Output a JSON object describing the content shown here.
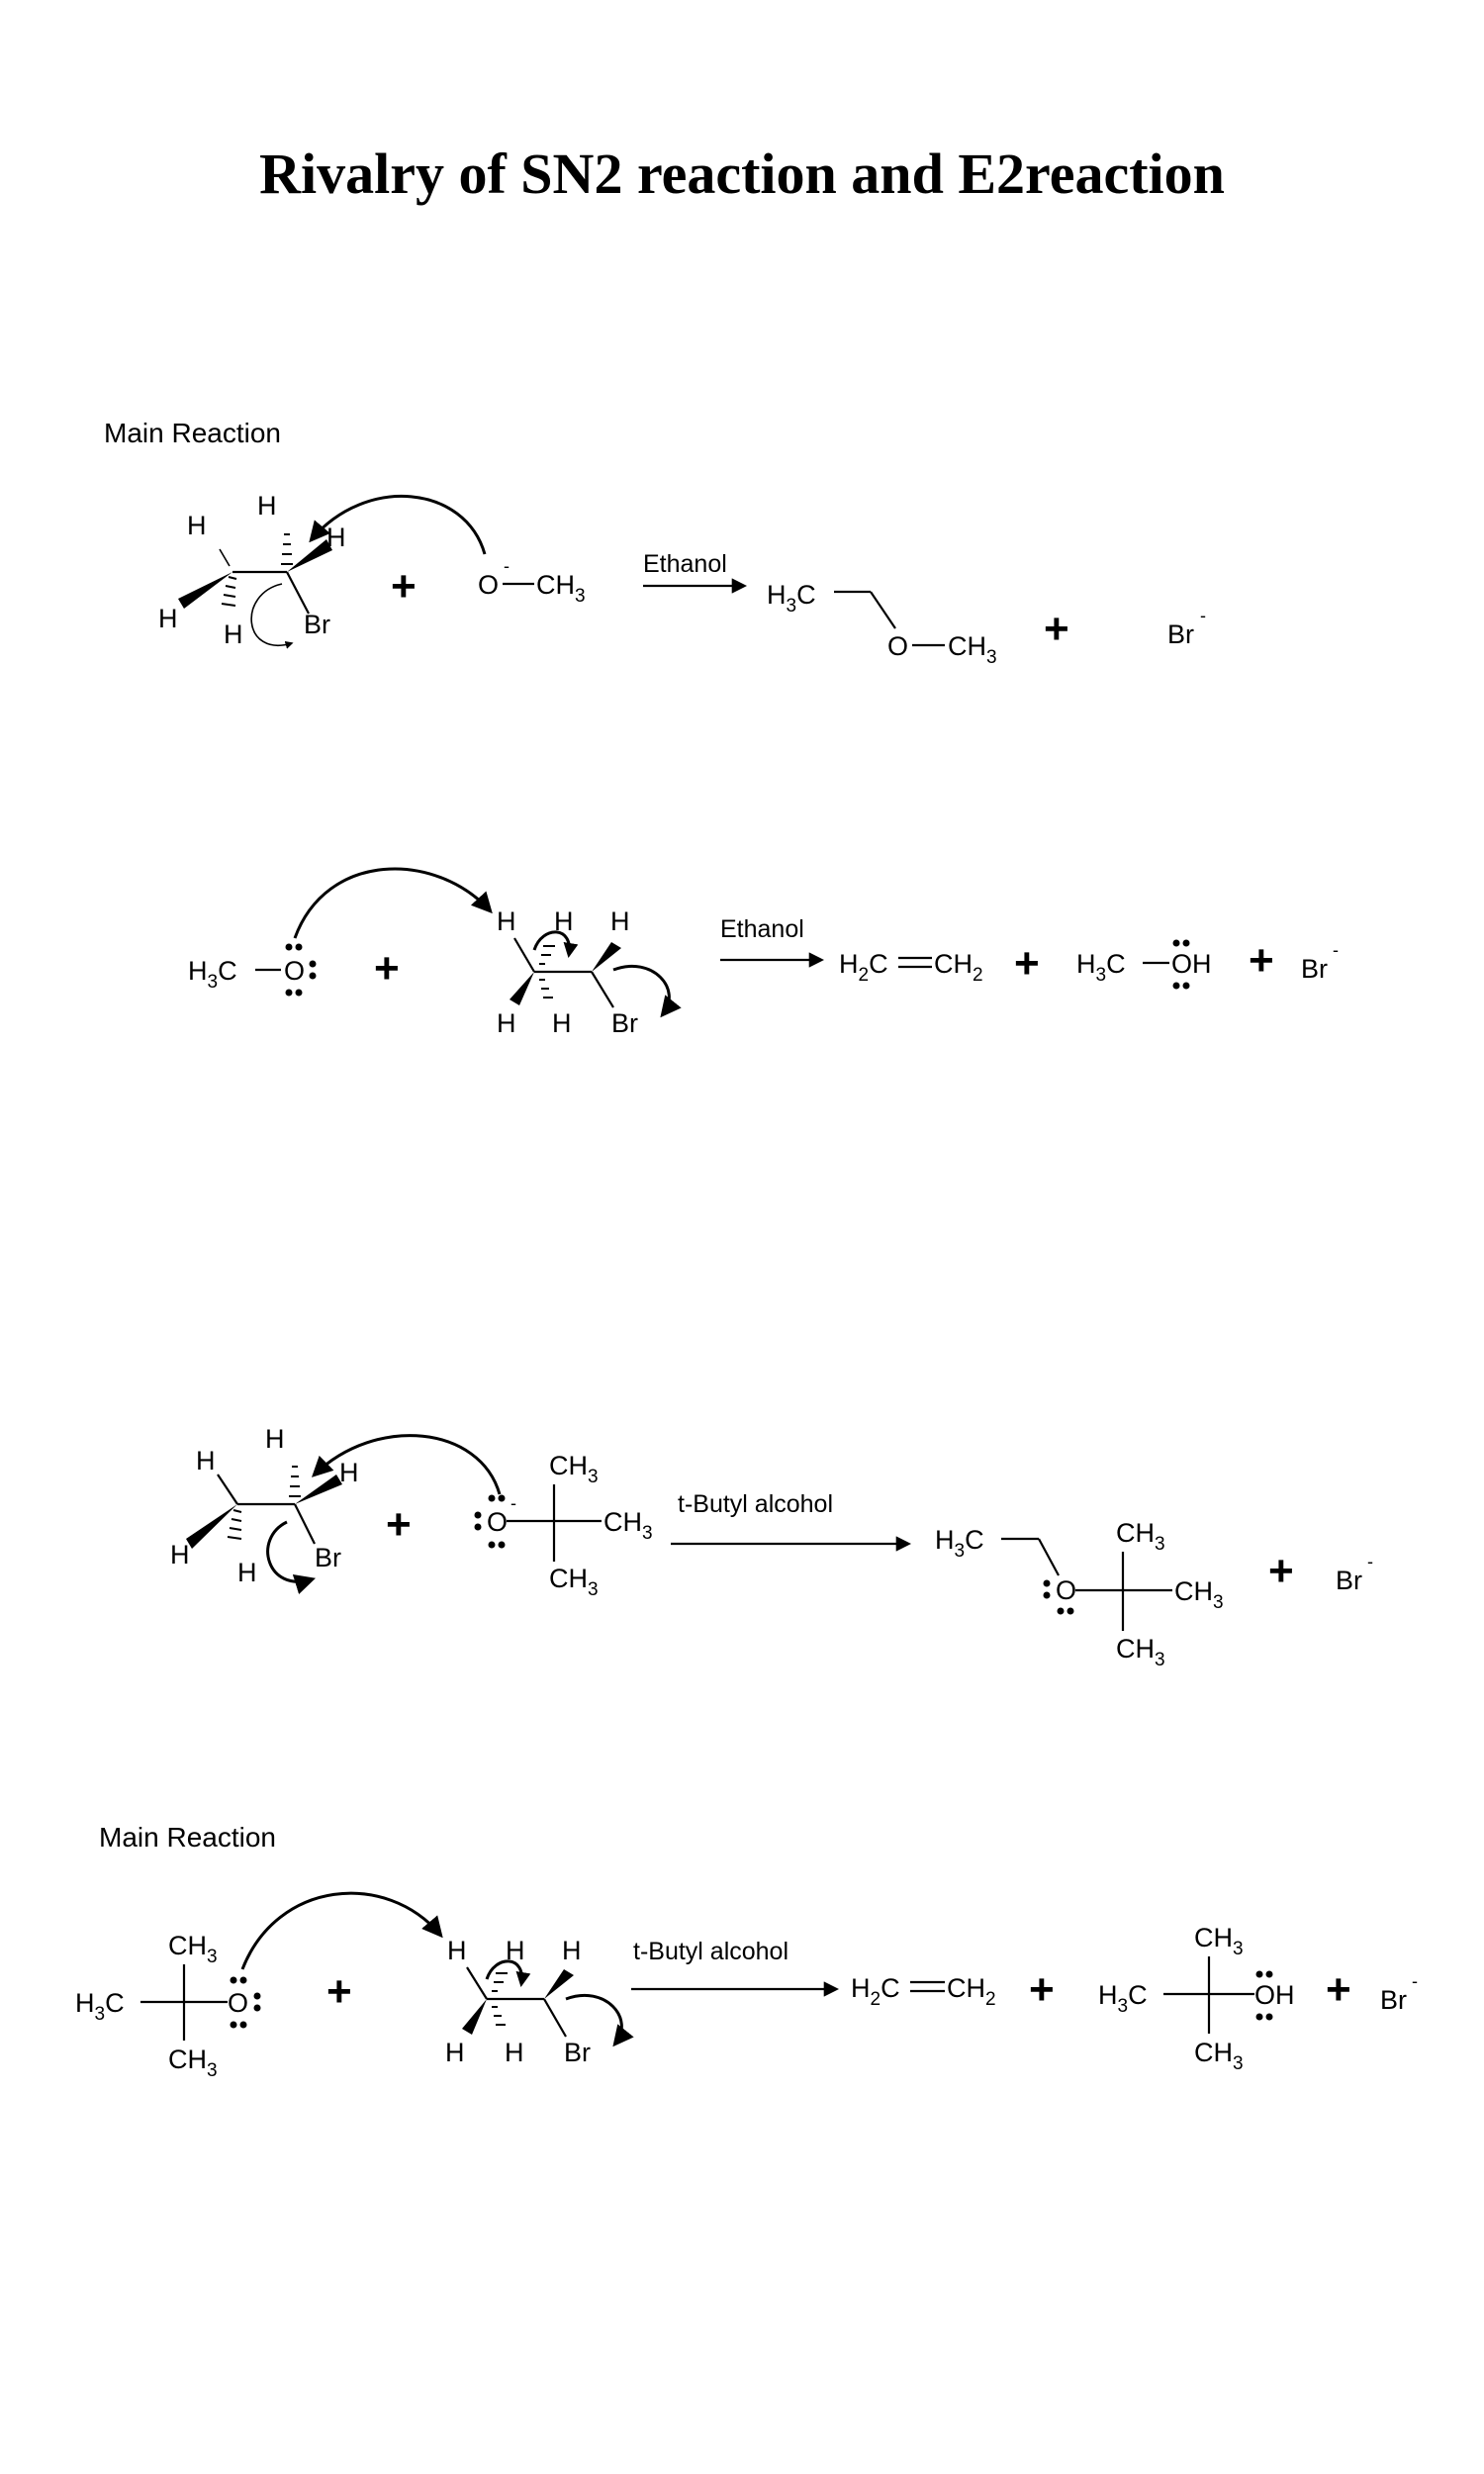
{
  "title": "Rivalry of SN2 reaction and E2reaction",
  "labels": {
    "main_reaction_1": "Main Reaction",
    "main_reaction_2": "Main Reaction"
  },
  "conditions": {
    "r1": "Ethanol",
    "r2": "Ethanol",
    "r3": "t-Butyl alcohol",
    "r4": "t-Butyl alcohol"
  },
  "atoms": {
    "H": "H",
    "Br": "Br",
    "O": "O",
    "C": "C",
    "minus": "-",
    "plus": "+"
  },
  "groups": {
    "CH": "CH",
    "H2C_a": "H",
    "H3C_a": "H",
    "sub2": "2",
    "sub3": "3",
    "OH": "OH"
  }
}
